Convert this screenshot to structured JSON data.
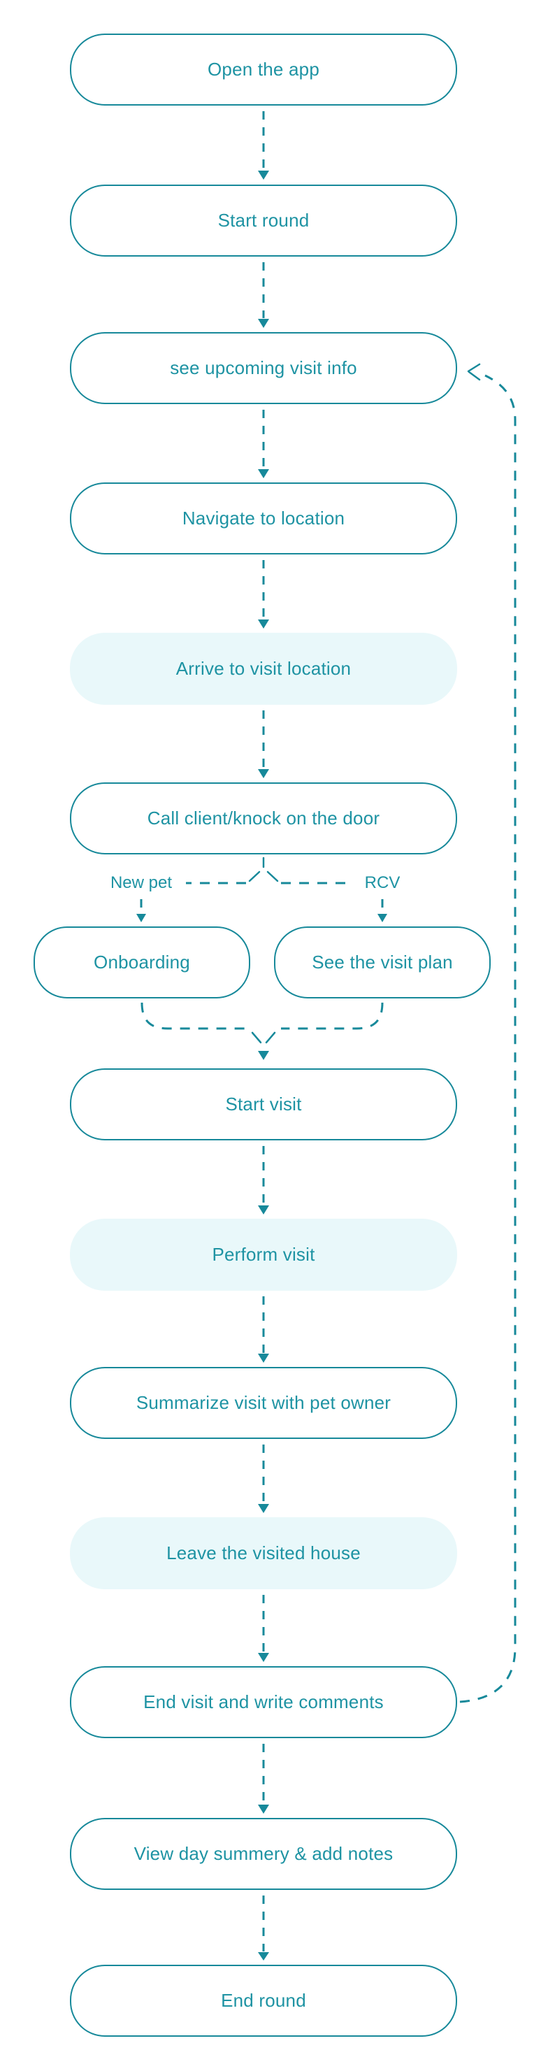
{
  "diagram": {
    "colors": {
      "background": "#ffffff",
      "accent": "#17899a",
      "text": "#1e93a3",
      "light_fill": "#e9f8fa"
    },
    "nodes": [
      {
        "id": "open-app",
        "label": "Open the app",
        "variant": "outline"
      },
      {
        "id": "start-round",
        "label": "Start round",
        "variant": "outline"
      },
      {
        "id": "see-upcoming-visit-info",
        "label": "see upcoming visit info",
        "variant": "outline"
      },
      {
        "id": "navigate-to-location",
        "label": "Navigate to location",
        "variant": "outline"
      },
      {
        "id": "arrive-to-visit-location",
        "label": "Arrive to visit location",
        "variant": "filled"
      },
      {
        "id": "call-client",
        "label": "Call client/knock on the door",
        "variant": "outline"
      },
      {
        "id": "onboarding",
        "label": "Onboarding",
        "variant": "outline"
      },
      {
        "id": "see-the-visit-plan",
        "label": "See the visit plan",
        "variant": "outline"
      },
      {
        "id": "start-visit",
        "label": "Start visit",
        "variant": "outline"
      },
      {
        "id": "perform-visit",
        "label": "Perform visit",
        "variant": "filled"
      },
      {
        "id": "summarize-visit",
        "label": "Summarize visit with pet owner",
        "variant": "outline"
      },
      {
        "id": "leave-house",
        "label": "Leave the visited house",
        "variant": "filled"
      },
      {
        "id": "end-visit",
        "label": "End visit and write comments",
        "variant": "outline"
      },
      {
        "id": "day-summary",
        "label": "View day summery & add notes",
        "variant": "outline"
      },
      {
        "id": "end-round",
        "label": "End round",
        "variant": "outline"
      }
    ],
    "branch_labels": {
      "left": "New pet",
      "right": "RCV"
    }
  }
}
